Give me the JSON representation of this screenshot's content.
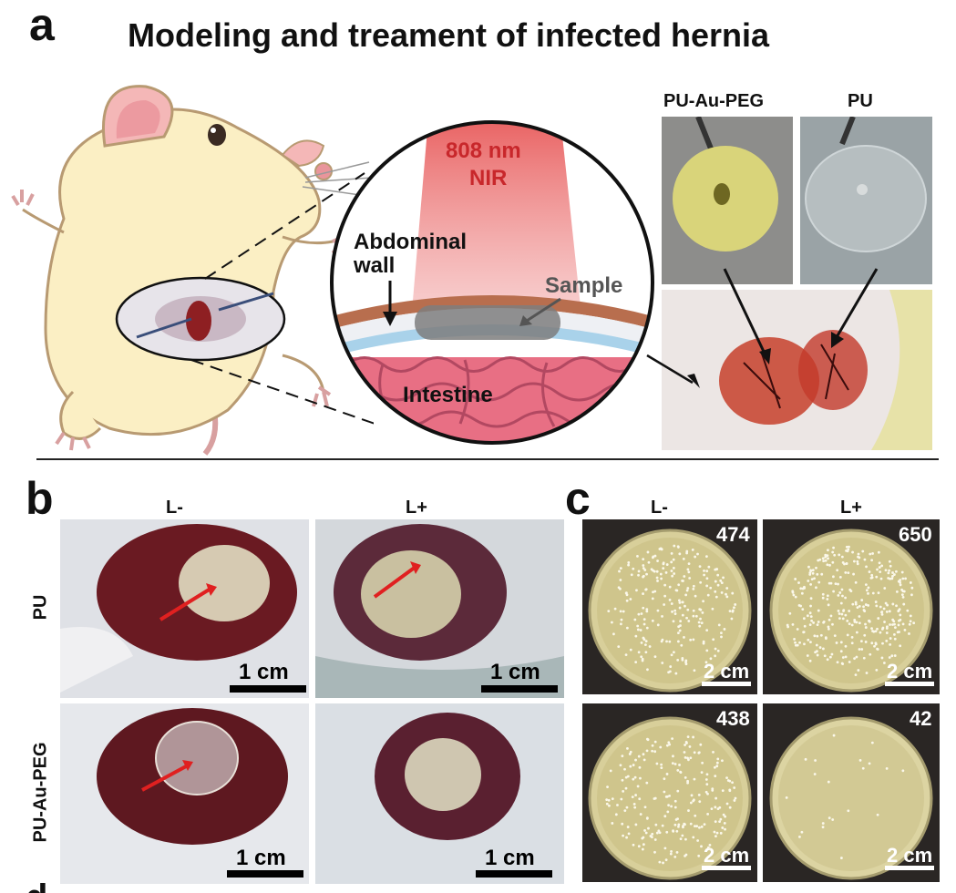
{
  "panels": {
    "a": "a",
    "b": "b",
    "c": "c",
    "d_partial": "d"
  },
  "title": "Modeling and treament of infected hernia",
  "schematic": {
    "beam_line1": "808 nm",
    "beam_line2": "NIR",
    "abdominal_line1": "Abdominal",
    "abdominal_line2": "wall",
    "sample": "Sample",
    "intestine": "Intestine"
  },
  "samples": {
    "left": "PU-Au-PEG",
    "right": "PU"
  },
  "panel_b": {
    "col_left": "L-",
    "col_right": "L+",
    "row_top": "PU",
    "row_bottom": "PU-Au-PEG",
    "scale": "1 cm"
  },
  "panel_c": {
    "col_left": "L-",
    "col_right": "L+",
    "counts": [
      "474",
      "650",
      "438",
      "42"
    ],
    "scale": "2 cm"
  },
  "colors": {
    "beam": "#e85a5a",
    "tissue": "#6b1e24",
    "plate_bg": "#2a2624",
    "agar": "#d8cf9a"
  }
}
